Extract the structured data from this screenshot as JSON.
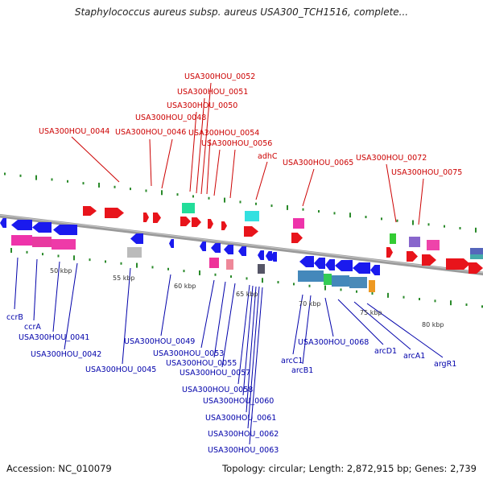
{
  "title": "Staphylococcus aureus subsp. aureus USA300_TCH1516, complete...",
  "footer": {
    "accession": "Accession: NC_010079",
    "topology": "Topology: circular; Length: 2,872,915 bp; Genes: 2,739"
  },
  "colors": {
    "backbone": "#8a8a8a",
    "top_strand_label": "#cc0000",
    "bottom_strand_label": "#0000aa",
    "forward_arrow": "#e8141b",
    "reverse_arrow": "#1a1aee",
    "tick": "#2a8a2a"
  },
  "scale_labels": [
    "50 kbp",
    "55 kbp",
    "60 kbp",
    "65 kbp",
    "70 kbp",
    "75 kbp",
    "80 kbp"
  ],
  "top_genes": [
    "USA300HOU_0052",
    "USA300HOU_0051",
    "USA300HOU_0050",
    "USA300HOU_0048",
    "USA300HOU_0046",
    "USA300HOU_0054",
    "USA300HOU_0044",
    "USA300HOU_0056",
    "adhC",
    "USA300HOU_0065",
    "USA300HOU_0072",
    "USA300HOU_0075"
  ],
  "bottom_genes": [
    "ccrB",
    "ccrA",
    "USA300HOU_0041",
    "USA300HOU_0042",
    "USA300HOU_0045",
    "USA300HOU_0049",
    "USA300HOU_0053",
    "USA300HOU_0055",
    "USA300HOU_0057",
    "USA300HOU_0058",
    "USA300HOU_0060",
    "USA300HOU_0061",
    "USA300HOU_0062",
    "USA300HOU_0063",
    "arcC1",
    "arcB1",
    "USA300HOU_0068",
    "arcD1",
    "arcA1",
    "argR1"
  ]
}
